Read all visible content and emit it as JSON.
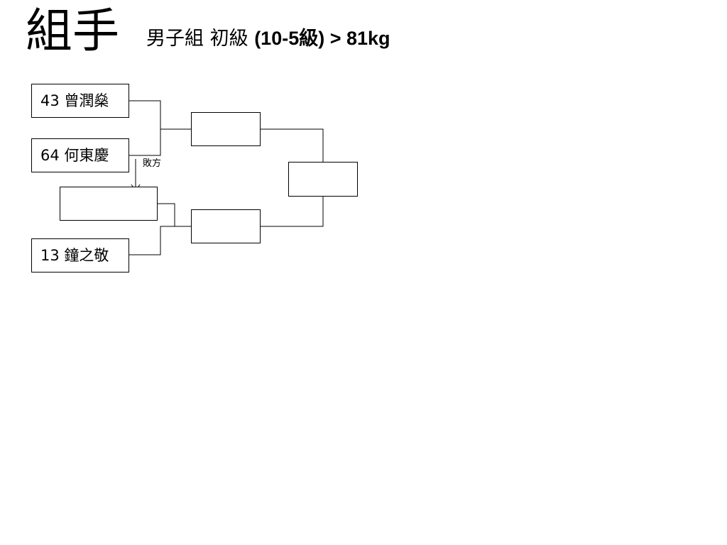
{
  "title": {
    "main": "組手",
    "division": "男子組 初級",
    "grade": "(10-5級) > 81kg"
  },
  "bracket": {
    "entrants": [
      {
        "seed": "43",
        "name": "曾潤燊"
      },
      {
        "seed": "64",
        "name": "何東慶"
      },
      {
        "seed": "13",
        "name": "鐘之敬"
      }
    ],
    "loser_label": "敗方"
  }
}
